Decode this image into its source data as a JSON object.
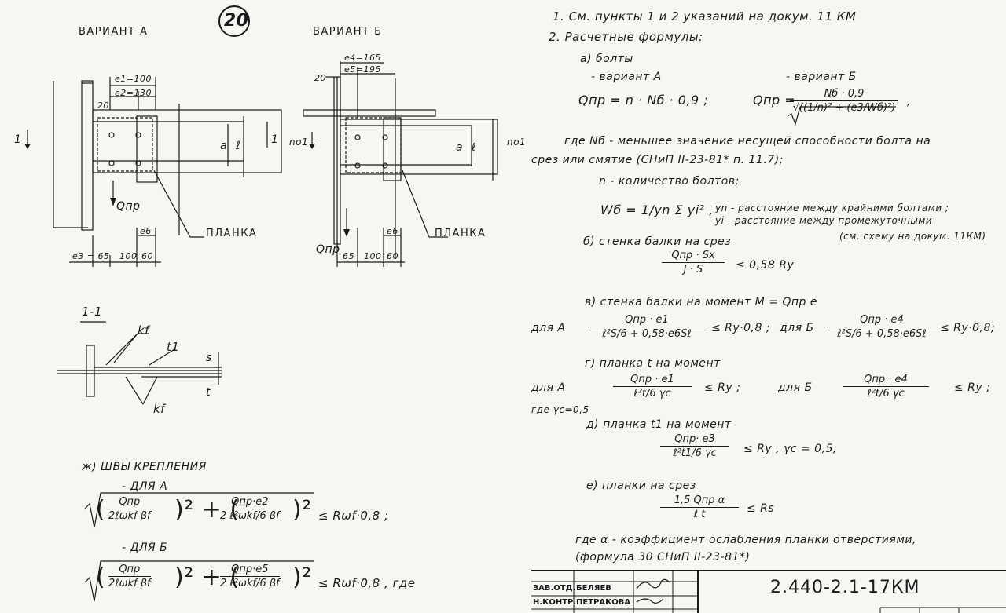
{
  "sheet_number": "20",
  "variant_a": {
    "title": "ВАРИАНТ А",
    "dims": {
      "e1": "e1=100",
      "e2": "e2=130",
      "d20": "20",
      "e3": "e3 = 65",
      "d100": "100",
      "d60": "60",
      "e6": "e6"
    },
    "section_mark": "1",
    "load": "Qпр",
    "plate_label": "ПЛАНКА",
    "a": "a",
    "l": "ℓ"
  },
  "variant_b": {
    "title": "ВАРИАНТ Б",
    "dims": {
      "e4": "e4=165",
      "e5": "e5=195",
      "d20": "20",
      "d65": "65",
      "d100": "100",
      "d60": "60",
      "e6": "e6"
    },
    "section_mark": "no1",
    "load": "Qпр",
    "plate_label": "ПЛАНКА",
    "a": "a",
    "l": "ℓ"
  },
  "section_1_1": {
    "title": "1-1",
    "kf_top": "kf",
    "t1": "t1",
    "s": "s",
    "t": "t",
    "kf_bottom": "kf"
  },
  "welds": {
    "title": "ж) ШВЫ КРЕПЛЕНИЯ",
    "for_a": "- ДЛЯ А",
    "for_b": "- ДЛЯ Б",
    "formula_a_rhs": "≤ Rωf·0,8 ;",
    "formula_b_rhs": "≤ Rωf·0,8 , где",
    "fa_t1_num": "Qпр",
    "fa_t1_den": "2ℓωkf βf",
    "fa_t2_num": "Qпр·e2",
    "fa_t2_den": "2 ℓ²ωkf/6 βf",
    "fb_t1_num": "Qпр",
    "fb_t1_den": "2ℓωkf βf",
    "fb_t2_num": "Qпр·e5",
    "fb_t2_den": "2 ℓ²ωkf/6 βf"
  },
  "notes": {
    "n1": "1. См. пункты 1 и 2 указаний на докум. 11 КМ",
    "n2": "2. Расчетные формулы:",
    "a_bolts": "а) болты",
    "var_a": "- вариант А",
    "var_b": "- вариант Б",
    "qa_lhs": "Qпр = n · Nб · 0,9 ;",
    "qb_lhs": "Qпр =",
    "qb_num": "Nб · 0,9",
    "qb_den": "√((1/n)² + (e3/Wб)²)",
    "where1": "где Nб - меньшее значение несущей способности болта на",
    "where2": "срез или смятие (СНиП II-23-81* п. 11.7);",
    "n_def": "n - количество болтов;",
    "wb": "Wб = 1/yn Σ yi² ,",
    "yn_def": "yn - расстояние между крайними болтами ;",
    "yi_def": "yi - расстояние между промежуточными",
    "scheme_ref": "(см. схему на докум. 11КМ)",
    "b_wall_shear": "б) стенка балки на срез",
    "b_num": "Qпр · Sx",
    "b_den": "J · S",
    "b_rhs": "≤ 0,58 Ry",
    "v_wall_moment": "в) стенка балки на момент   M = Qпр e",
    "for_a": "для А",
    "for_b": "для Б",
    "v_a_num": "Qпр · e1",
    "v_a_den": "ℓ²S/6 + 0,58·e6Sℓ",
    "v_a_rhs": "≤ Ry·0,8 ;",
    "v_b_num": "Qпр · e4",
    "v_b_den": "ℓ²S/6 + 0,58·e6Sℓ",
    "v_b_rhs": "≤ Ry·0,8;",
    "g_plate_moment": "г) планка t на момент",
    "g_a_num": "Qпр · e1",
    "g_a_den": "ℓ²t/6 γc",
    "g_a_rhs": "≤ Ry ;",
    "g_b_num": "Qпр · e4",
    "g_b_den": "ℓ²t/6 γc",
    "g_b_rhs": "≤ Ry ;",
    "gamma_c": "где γc=0,5",
    "d_plate_t1": "д) планка t1 на момент",
    "d_num": "Qпр· e3",
    "d_den": "ℓ²t1/6 γc",
    "d_rhs": "≤ Ry ,   γc = 0,5;",
    "e_plates_shear": "е) планки на срез",
    "e_num": "1,5 Qпр α",
    "e_den": "ℓ t",
    "e_rhs": "≤ Rs",
    "alpha1": "где α - коэффициент ослабления планки отверстиями,",
    "alpha2": "(формула 30 СНиП II-23-81*)"
  },
  "stamp": {
    "r1_role": "ЗАВ.ОТД.",
    "r1_name": "БЕЛЯЕВ",
    "r2_role": "Н.КОНТР.",
    "r2_name": "ПЕТРАКОВА",
    "code": "2.440-2.1-17КМ"
  }
}
